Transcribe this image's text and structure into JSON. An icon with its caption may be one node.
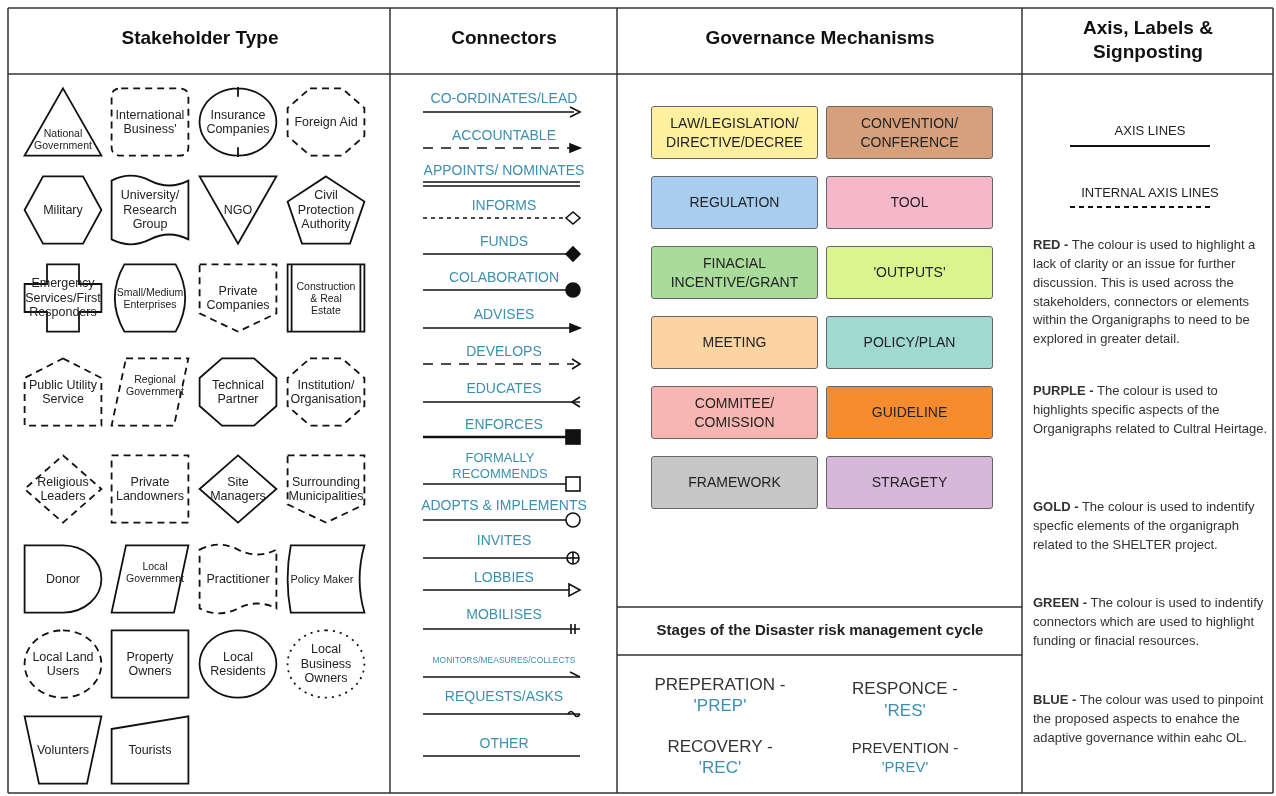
{
  "diagram": {
    "nodes": [
      {
        "text": [
          "National Government"
        ]
      },
      {
        "text": [
          "International Business'"
        ]
      },
      {
        "text": [
          "Insurance Companies"
        ]
      },
      {
        "text": [
          "Foreign Aid"
        ]
      },
      {
        "text": [
          "Military"
        ]
      },
      {
        "text": [
          "University/ Research Group"
        ]
      },
      {
        "text": [
          "NGO"
        ]
      },
      {
        "text": [
          "Civil Protection Authority"
        ]
      },
      {
        "text": [
          "Emergency Services/First Responders"
        ]
      },
      {
        "text": [
          "Small/Medium Enterprises"
        ]
      },
      {
        "text": [
          "Private Companies"
        ]
      },
      {
        "text": [
          "Construction & Real Estate"
        ]
      },
      {
        "text": [
          "Public Utility Service"
        ]
      },
      {
        "text": [
          "Regional Government"
        ]
      },
      {
        "text": [
          "Technical Partner"
        ]
      },
      {
        "text": [
          "Institution/ Organisation"
        ]
      },
      {
        "text": [
          "Religious Leaders"
        ]
      },
      {
        "text": [
          "Private Landowners"
        ]
      },
      {
        "text": [
          "Site Managers"
        ]
      },
      {
        "text": [
          "Surrounding Municipalities"
        ]
      },
      {
        "text": [
          "Donor"
        ]
      },
      {
        "text": [
          "Local Government"
        ]
      },
      {
        "text": [
          "Practitioner"
        ]
      },
      {
        "text": [
          "Policy Maker"
        ]
      },
      {
        "text": [
          "Local Land Users"
        ]
      },
      {
        "text": [
          "Property Owners"
        ]
      },
      {
        "text": [
          "Local Residents"
        ]
      },
      {
        "text": [
          "Local Business Owners"
        ]
      },
      {
        "text": [
          "Volunters"
        ]
      },
      {
        "text": [
          "Tourists"
        ]
      },
      {
        "text": [
          "LAW/LEGISLATION/ DIRECTIVE/DECREE"
        ]
      },
      {
        "text": [
          "CONVENTION/ CONFERENCE"
        ]
      },
      {
        "text": [
          "REGULATION"
        ]
      },
      {
        "text": [
          "TOOL"
        ]
      },
      {
        "text": [
          "FINACIAL INCENTIVE/GRANT"
        ]
      },
      {
        "text": [
          "'OUTPUTS'"
        ]
      },
      {
        "text": [
          "MEETING"
        ]
      },
      {
        "text": [
          "POLICY/PLAN"
        ]
      },
      {
        "text": [
          "COMMITEE/ COMISSION"
        ]
      },
      {
        "text": [
          "GUIDELINE"
        ]
      },
      {
        "text": [
          "FRAMEWORK"
        ]
      },
      {
        "text": [
          "STRAGETY"
        ]
      }
    ],
    "labels": [
      "Stakeholder Type",
      "Connectors",
      "Governance Mechanisms",
      "Axis, Labels & Signposting",
      "Stages of the Disaster risk management cycle",
      "PREPERATION -",
      "'PREP'",
      "RESPONCE -",
      "'RES'",
      "RECOVERY -",
      "'REC'",
      "PREVENTION -",
      "'PREV'",
      "**RED** **-** The colour is used to highlight a lack of clarity or an issue for further discussion. This is used across the stakeholders, connectors or elements within the Organigraphs to need to be explored in greater detail.",
      "**PURPLE** **-** The colour is used to highlights specific aspects of the Organigraphs related to Cultral Heirtage.",
      "**GOLD** **-** The colour is used to indentify specfic elements of the organigraph related to the SHELTER project.",
      "**GREEN** **-** The colour is used to indentify connectors which are used to highlight funding or finacial resources.",
      "**BLUE** **-** The colour was used to pinpoint the proposed aspects to enahce the adaptive governance within eahc OL."
    ],
    "legend": [
      {
        "text": "CO-ORDINATES/LEAD"
      },
      {
        "text": "ACCOUNTABLE"
      },
      {
        "text": "APPOINTS/ NOMINATES"
      },
      {
        "text": "INFORMS"
      },
      {
        "text": "FUNDS"
      },
      {
        "text": "COLABORATION"
      },
      {
        "text": "ADVISES"
      },
      {
        "text": "DEVELOPS"
      },
      {
        "text": "EDUCATES"
      },
      {
        "text": "ENFORCES"
      },
      {
        "text": "FORMALLY RECOMMENDS"
      },
      {
        "text": "ADOPTS & IMPLEMENTS"
      },
      {
        "text": "INVITES"
      },
      {
        "text": "LOBBIES"
      },
      {
        "text": "MOBILISES"
      },
      {
        "text": "MONITORS/MEASURES/COLLECTS"
      },
      {
        "text": "REQUESTS/ASKS"
      },
      {
        "text": "OTHER"
      },
      {
        "text": "AXIS LINES"
      },
      {
        "text": "INTERNAL AXIS LINES"
      }
    ]
  }
}
